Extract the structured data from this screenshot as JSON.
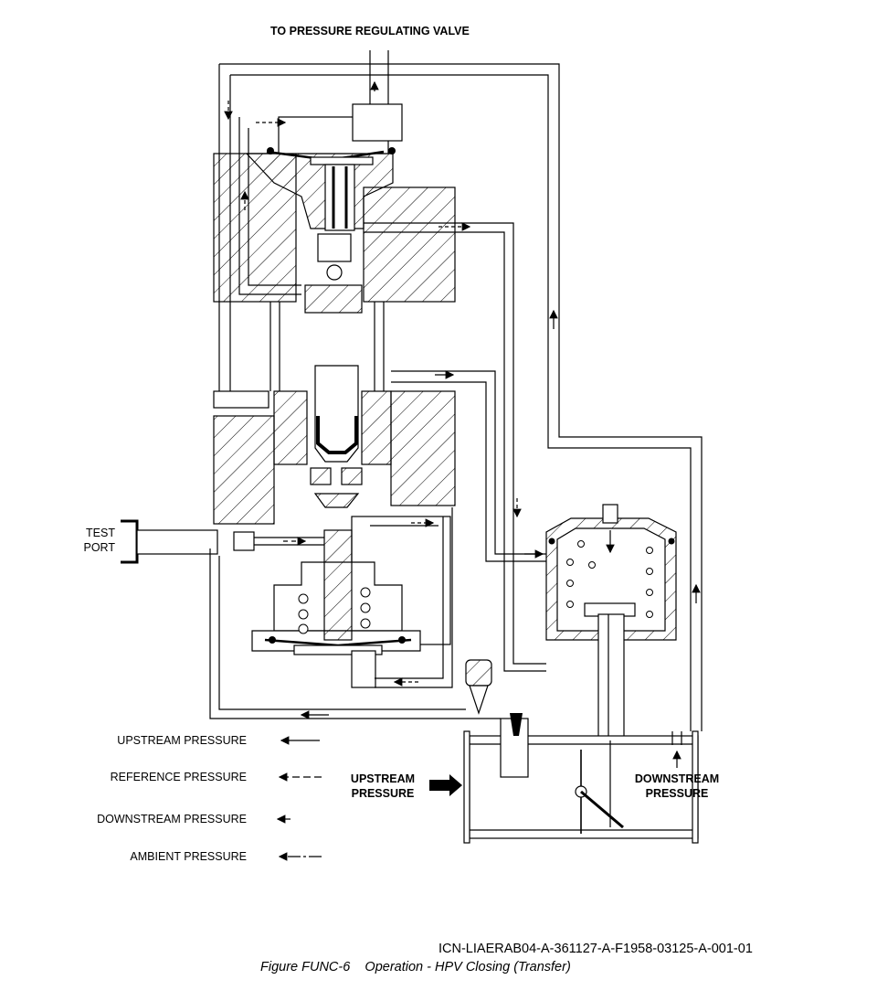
{
  "header": {
    "title": "TO PRESSURE REGULATING VALVE"
  },
  "test_port": {
    "line1": "TEST",
    "line2": "PORT"
  },
  "inlet": {
    "upstream_line1": "UPSTREAM",
    "upstream_line2": "PRESSURE",
    "downstream_line1": "DOWNSTREAM",
    "downstream_line2": "PRESSURE"
  },
  "legend": {
    "items": [
      {
        "label": "UPSTREAM PRESSURE",
        "line": "solid"
      },
      {
        "label": "REFERENCE PRESSURE",
        "line": "dashed"
      },
      {
        "label": "DOWNSTREAM PRESSURE",
        "line": "short"
      },
      {
        "label": "AMBIENT PRESSURE",
        "line": "dash-dot"
      }
    ]
  },
  "footer": {
    "icn": "ICN-LIAERAB04-A-361127-A-F1958-03125-A-001-01",
    "figure_number": "Figure FUNC-6",
    "figure_title": "Operation - HPV Closing (Transfer)"
  }
}
